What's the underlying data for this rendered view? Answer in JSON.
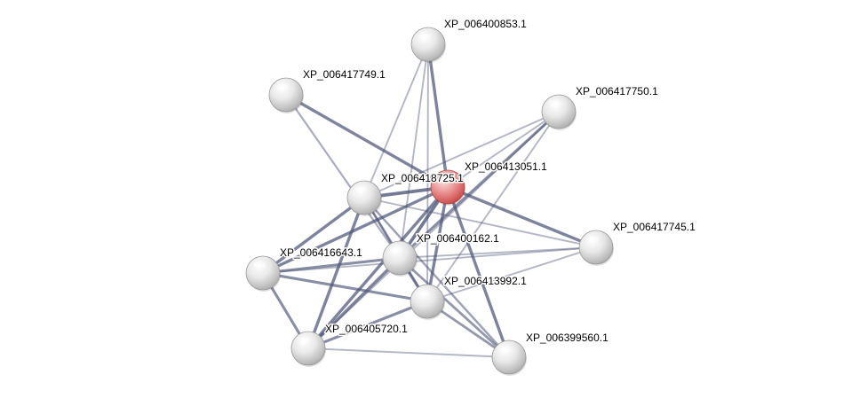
{
  "network": {
    "query_color": "#e06b6b",
    "node_color": "#d9d9d9",
    "edge_color": "#4e5676",
    "nodes": [
      {
        "id": "XP_006413051.1",
        "query": true
      },
      {
        "id": "XP_006418725.1",
        "query": false
      },
      {
        "id": "XP_006400853.1",
        "query": false
      },
      {
        "id": "XP_006417749.1",
        "query": false
      },
      {
        "id": "XP_006417750.1",
        "query": false
      },
      {
        "id": "XP_006417745.1",
        "query": false
      },
      {
        "id": "XP_006400162.1",
        "query": false
      },
      {
        "id": "XP_006416643.1",
        "query": false
      },
      {
        "id": "XP_006413992.1",
        "query": false
      },
      {
        "id": "XP_006405720.1",
        "query": false
      },
      {
        "id": "XP_006399560.1",
        "query": false
      }
    ],
    "edges": [
      {
        "source": "XP_006413051.1",
        "target": "XP_006400853.1",
        "score": 0.8
      },
      {
        "source": "XP_006413051.1",
        "target": "XP_006417749.1",
        "score": 0.8
      },
      {
        "source": "XP_006413051.1",
        "target": "XP_006417750.1",
        "score": 0.3
      },
      {
        "source": "XP_006413051.1",
        "target": "XP_006417745.1",
        "score": 0.8
      },
      {
        "source": "XP_006413051.1",
        "target": "XP_006418725.1",
        "score": 0.9
      },
      {
        "source": "XP_006413051.1",
        "target": "XP_006400162.1",
        "score": 0.9
      },
      {
        "source": "XP_006413051.1",
        "target": "XP_006416643.1",
        "score": 0.8
      },
      {
        "source": "XP_006413051.1",
        "target": "XP_006413992.1",
        "score": 0.8
      },
      {
        "source": "XP_006413051.1",
        "target": "XP_006405720.1",
        "score": 0.8
      },
      {
        "source": "XP_006413051.1",
        "target": "XP_006399560.1",
        "score": 0.8
      },
      {
        "source": "XP_006400853.1",
        "target": "XP_006418725.1",
        "score": 0.3
      },
      {
        "source": "XP_006400853.1",
        "target": "XP_006400162.1",
        "score": 0.3
      },
      {
        "source": "XP_006400853.1",
        "target": "XP_006413992.1",
        "score": 0.3
      },
      {
        "source": "XP_006417749.1",
        "target": "XP_006400162.1",
        "score": 0.4
      },
      {
        "source": "XP_006417750.1",
        "target": "XP_006418725.1",
        "score": 0.3
      },
      {
        "source": "XP_006417750.1",
        "target": "XP_006400162.1",
        "score": 0.7
      },
      {
        "source": "XP_006417750.1",
        "target": "XP_006413992.1",
        "score": 0.3
      },
      {
        "source": "XP_006417750.1",
        "target": "XP_006405720.1",
        "score": 0.3
      },
      {
        "source": "XP_006417745.1",
        "target": "XP_006418725.1",
        "score": 0.3
      },
      {
        "source": "XP_006417745.1",
        "target": "XP_006400162.1",
        "score": 0.3
      },
      {
        "source": "XP_006417745.1",
        "target": "XP_006416643.1",
        "score": 0.3
      },
      {
        "source": "XP_006417745.1",
        "target": "XP_006413992.1",
        "score": 0.3
      },
      {
        "source": "XP_006418725.1",
        "target": "XP_006416643.1",
        "score": 0.8
      },
      {
        "source": "XP_006418725.1",
        "target": "XP_006405720.1",
        "score": 0.8
      },
      {
        "source": "XP_006418725.1",
        "target": "XP_006400162.1",
        "score": 0.5
      },
      {
        "source": "XP_006418725.1",
        "target": "XP_006413992.1",
        "score": 0.5
      },
      {
        "source": "XP_006418725.1",
        "target": "XP_006399560.1",
        "score": 0.5
      },
      {
        "source": "XP_006400162.1",
        "target": "XP_006416643.1",
        "score": 0.7
      },
      {
        "source": "XP_006400162.1",
        "target": "XP_006405720.1",
        "score": 0.8
      },
      {
        "source": "XP_006400162.1",
        "target": "XP_006413992.1",
        "score": 0.7
      },
      {
        "source": "XP_006400162.1",
        "target": "XP_006399560.1",
        "score": 0.6
      },
      {
        "source": "XP_006416643.1",
        "target": "XP_006413992.1",
        "score": 0.7
      },
      {
        "source": "XP_006416643.1",
        "target": "XP_006405720.1",
        "score": 0.7
      },
      {
        "source": "XP_006413992.1",
        "target": "XP_006405720.1",
        "score": 0.7
      },
      {
        "source": "XP_006413992.1",
        "target": "XP_006399560.1",
        "score": 0.6
      },
      {
        "source": "XP_006405720.1",
        "target": "XP_006399560.1",
        "score": 0.3
      }
    ]
  }
}
